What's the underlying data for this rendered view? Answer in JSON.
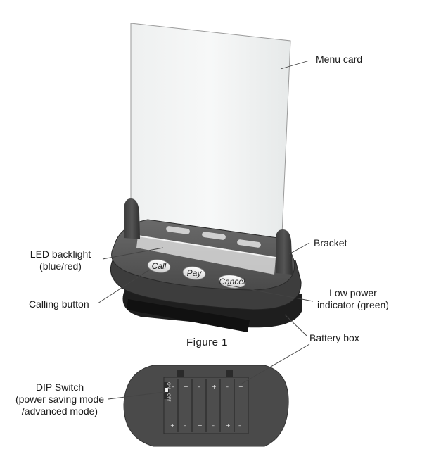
{
  "labels": {
    "menu_card": "Menu card",
    "led_backlight": [
      "LED backlight",
      "(blue/red)"
    ],
    "bracket": "Bracket",
    "calling_button": "Calling button",
    "low_power": [
      "Low power",
      "indicator (green)"
    ],
    "battery_box": "Battery box",
    "figure": "Figure 1",
    "dip_switch": [
      "DIP Switch",
      "(power saving mode",
      "/advanced mode)"
    ]
  },
  "buttons": {
    "call": "Call",
    "pay": "Pay",
    "cancel": "Cancel"
  },
  "dip": {
    "on": "ON",
    "off": "OFF"
  },
  "battery_marks": {
    "plus": "+",
    "minus": "–"
  }
}
